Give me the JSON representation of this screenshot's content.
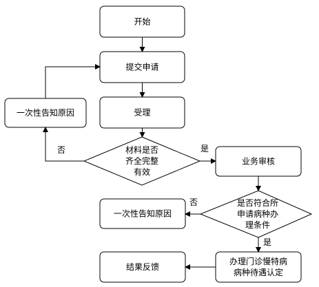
{
  "nodes": {
    "start": "开始",
    "submit": "提交申请",
    "accept": "受理",
    "notify_1": "一次性告知原因",
    "check_materials": [
      "材料是否",
      "齐全完整",
      "有效"
    ],
    "review": "业务审核",
    "check_conditions": [
      "是否符合所",
      "申请病种办",
      "理条件"
    ],
    "notify_2": "一次性告知原因",
    "issue": [
      "办理门诊慢特病",
      "病种待遇认定"
    ],
    "feedback": "结果反馈"
  },
  "edges": {
    "materials_no": "否",
    "materials_yes": "是",
    "conditions_no": "否",
    "conditions_yes": "是"
  },
  "colors": {
    "stroke": "#000000",
    "fill": "#ffffff"
  }
}
